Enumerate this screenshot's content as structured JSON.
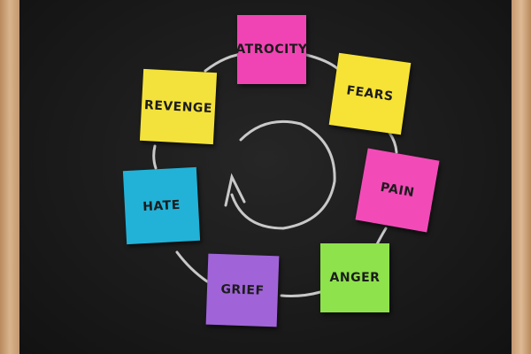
{
  "notes": [
    {
      "label": "ATROCITY",
      "color": "#f044b4"
    },
    {
      "label": "FEARS",
      "color": "#f7e335"
    },
    {
      "label": "PAIN",
      "color": "#f24bb8"
    },
    {
      "label": "ANGER",
      "color": "#8ee24c"
    },
    {
      "label": "GRIEF",
      "color": "#a064d8"
    },
    {
      "label": "HATE",
      "color": "#22b2d8"
    },
    {
      "label": "REVENGE",
      "color": "#f4e23c"
    }
  ]
}
